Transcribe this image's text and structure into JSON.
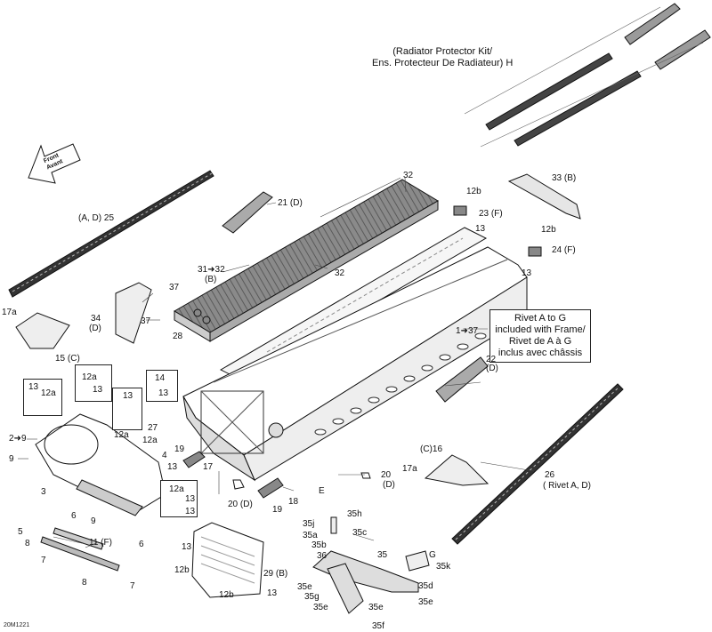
{
  "diagram": {
    "reference_code": "20M1221",
    "front_arrow": "Front Avant",
    "radiator_kit": {
      "line1": "(Radiator Protector Kit/",
      "line2": "Ens. Protecteur De Radiateur)  H"
    },
    "rivet_note": {
      "line1": "Rivet A to G",
      "line2": "included with Frame/",
      "line3": "Rivet de A à G",
      "line4": "inclus avec châssis"
    },
    "labels": {
      "l32_top": "32",
      "l33": "33 (B)",
      "l21": "21 (D)",
      "l12b_a": "12b",
      "l23": "23 (F)",
      "l13_a": "13",
      "l25": "(A, D) 25",
      "l12b_b": "12b",
      "l24": "24 (F)",
      "l13_b": "13",
      "l31": "31➜32",
      "l31b": "(B)",
      "l32_mid": "32",
      "l37_a": "37",
      "l37_b": "37",
      "l34": "34",
      "l34d": "(D)",
      "l17a_a": "17a",
      "l28": "28",
      "l1_37": "1➜37",
      "l15": "15 (C)",
      "l22": "22",
      "l22d": "(D)",
      "l14": "14",
      "l13_c": "13",
      "l13_d": "13",
      "l12a_a": "12a",
      "l12a_b": "12a",
      "l13_e": "13",
      "l13_f": "13",
      "l12a_c": "12a",
      "l27": "27",
      "l2_9": "2➜9",
      "l12a_d": "12a",
      "l9_a": "9",
      "l4": "4",
      "l13_g": "13",
      "l19_a": "19",
      "l17": "17",
      "l16": "(C)16",
      "l17a_b": "17a",
      "l20_a": "20",
      "l20_ad": "(D)",
      "l26": "26",
      "l26b": "( Rivet A, D)",
      "l3": "3",
      "l12a_e": "12a",
      "l13_h": "13",
      "l13_i": "13",
      "l6_a": "6",
      "lE": "E",
      "l20_b": "20 (D)",
      "l18": "18",
      "l19_b": "19",
      "l9_b": "9",
      "l5": "5",
      "l11": "11 (F)",
      "l6_b": "6",
      "l8_a": "8",
      "l7_a": "7",
      "l35h": "35h",
      "l35j": "35j",
      "l35a": "35a",
      "l35c": "35c",
      "l35b": "35b",
      "l35": "35",
      "lG": "G",
      "l36": "36",
      "l35k": "35k",
      "l13_j": "13",
      "l12b_c": "12b",
      "l29": "29 (B)",
      "l8_b": "8",
      "l7_b": "7",
      "l35e_a": "35e",
      "l35g": "35g",
      "l35e_b": "35e",
      "l35e_c": "35e",
      "l35d": "35d",
      "l35e_d": "35e",
      "l12b_d": "12b",
      "l13_k": "13",
      "l35f": "35f"
    }
  }
}
